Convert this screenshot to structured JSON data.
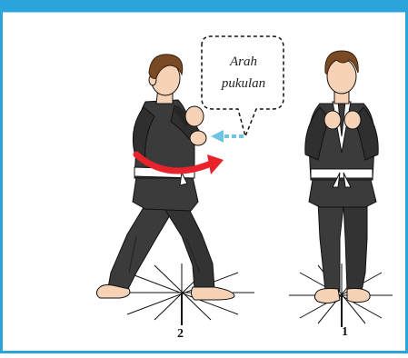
{
  "callout": {
    "line1": "Arah",
    "line2": "pukulan"
  },
  "figures": [
    {
      "number": "2"
    },
    {
      "number": "1"
    }
  ],
  "colors": {
    "border": "#2aa4db",
    "gi": "#3b3b3b",
    "gi_dark": "#262626",
    "skin": "#f6d3b6",
    "hair": "#7a4a25",
    "belt": "#ffffff",
    "swing_arrow": "#e8232b",
    "direction_arrow": "#6fc3e5"
  }
}
